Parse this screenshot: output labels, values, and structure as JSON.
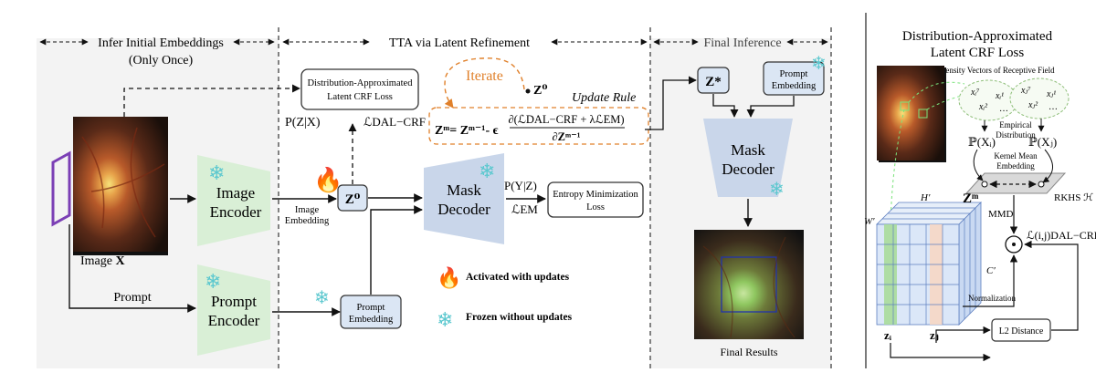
{
  "sections": {
    "left_title": "Infer Initial Embeddings",
    "left_subtitle": "(Only Once)",
    "middle_title": "TTA via Latent Refinement",
    "right_title": "Final Inference"
  },
  "inputs": {
    "image_label": "Image",
    "image_var": "X",
    "prompt_label": "Prompt"
  },
  "blocks": {
    "image_encoder": [
      "Image",
      "Encoder"
    ],
    "prompt_encoder": [
      "Prompt",
      "Encoder"
    ],
    "mask_decoder": [
      "Mask",
      "Decoder"
    ],
    "final_mask_decoder": [
      "Mask",
      "Decoder"
    ],
    "dal_box": [
      "Distribution-Approximated",
      "Latent CRF Loss"
    ],
    "entropy_box": [
      "Entropy Minimization",
      "Loss"
    ],
    "prompt_embedding": [
      "Prompt",
      "Embedding"
    ],
    "final_prompt_embedding": [
      "Prompt",
      "Embedding"
    ],
    "z0": "Z⁰",
    "zstar": "Z*"
  },
  "labels": {
    "image_embedding": [
      "Image",
      "Embedding"
    ],
    "p_z_x": "P(Z|X)",
    "l_dal": "ℒDAL−CRF",
    "p_y_z": "P(Y|Z)",
    "l_em": "ℒEM",
    "iterate": "Iterate",
    "z0_point": "Z⁰",
    "update_rule": "Update Rule",
    "update_lhs": "Zᵐ= Zᵐ⁻¹- ϵ",
    "update_num": "∂(ℒDAL−CRF + λℒEM)",
    "update_den": "∂Zᵐ⁻¹",
    "final_results": "Final Results"
  },
  "legend": {
    "activated": "Activated with updates",
    "frozen": "Frozen without updates"
  },
  "right_panel": {
    "title_line1": "Distribution-Approximated",
    "title_line2": "Latent CRF Loss",
    "intensity": "Intensity Vectors of Receptive Field",
    "empirical": [
      "Empirical",
      "Distribution"
    ],
    "p_xi": "ℙ(Xᵢ)",
    "p_xj": "ℙ(Xⱼ)",
    "kernel": [
      "Kernel Mean",
      "Embedding"
    ],
    "rkhs": "RKHS ℋ",
    "mmd": "MMD",
    "l_ij": "ℒ(i,j)DAL−CRF",
    "normalization": "Normalization",
    "l2": "L2 Distance",
    "zi": "zᵢ",
    "zj": "zⱼ",
    "w_prime": "W′",
    "h_prime": "H′",
    "c_prime": "C′",
    "zm": "Zᵐ",
    "xi_vec": [
      "xᵢ¹",
      "xᵢ²",
      "xᵢ⁷",
      "…"
    ],
    "xj_vec": [
      "xⱼ¹",
      "xⱼ²",
      "xⱼ⁷",
      "…"
    ]
  },
  "colors": {
    "encoder_green": "#d9efd6",
    "decoder_blue": "#c9d6ea",
    "box_blue": "#dbe6f4",
    "iterate_orange": "#e0802a",
    "snow": "#5cc8cf",
    "fire": "#e23b1d",
    "section_bg": "#f3f3f3"
  }
}
